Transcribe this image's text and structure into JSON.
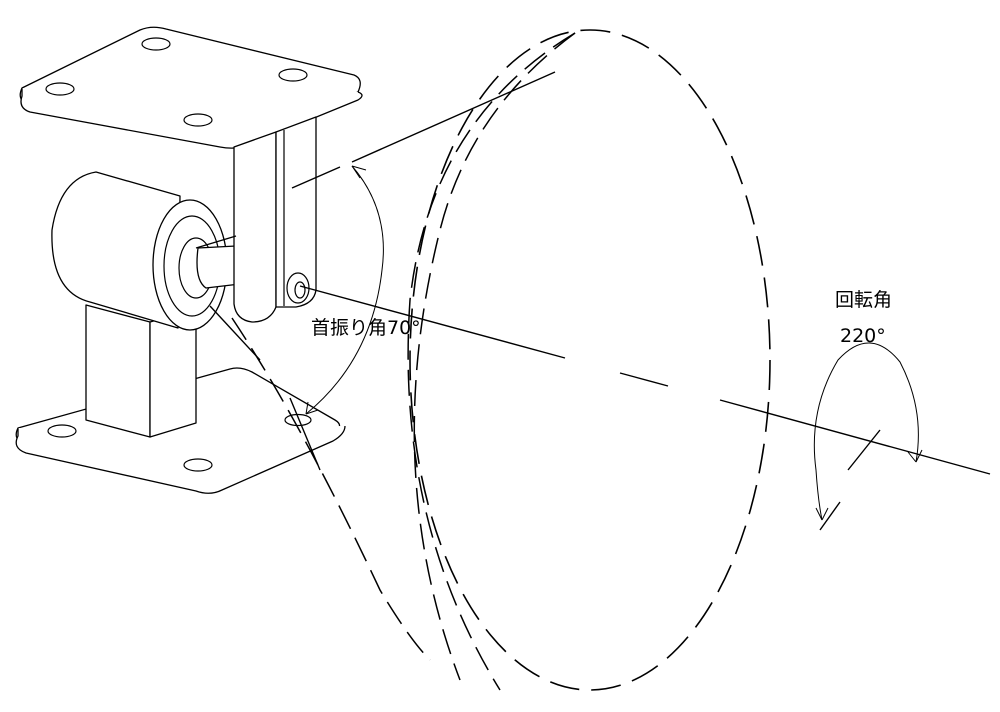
{
  "labels": {
    "tilt_angle": "首振り角70°",
    "rotation_name": "回転角",
    "rotation_value": "220°"
  },
  "colors": {
    "line": "#000000",
    "background": "#ffffff"
  }
}
